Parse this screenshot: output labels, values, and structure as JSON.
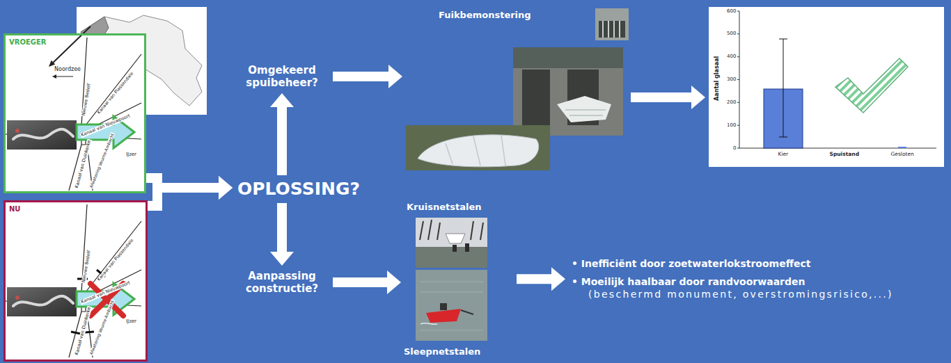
{
  "diagram": {
    "nodes": [
      {
        "text": [
          "VROEGER"
        ]
      },
      {
        "text": [
          "NU"
        ]
      },
      {
        "text": [
          "OPLOSSING?"
        ]
      },
      {
        "text": [
          "Omgekeerd spuibeheer?"
        ]
      },
      {
        "text": [
          "Aanpassing constructie?"
        ]
      },
      {
        "text": [
          "Fuikbemonstering"
        ]
      },
      {
        "text": [
          "Aantal glasaal"
        ]
      },
      {
        "text": [
          "Kruisnetstalen",
          "Sleepnetstalen"
        ]
      },
      {
        "text": [
          "• Inefficiënt door zoetwaterlokstroomeffect",
          "• Moeilijk haalbaar door randvoorwaarden",
          "(beschermd monument, overstromingsrisico,...)"
        ]
      }
    ],
    "edges": [
      {
        "from": 0,
        "to": 2,
        "arrow": "to"
      },
      {
        "from": 1,
        "to": 2,
        "arrow": "to"
      },
      {
        "from": 2,
        "to": 3,
        "arrow": "to"
      },
      {
        "from": 2,
        "to": 4,
        "arrow": "to"
      },
      {
        "from": 3,
        "to": 5,
        "arrow": "to"
      },
      {
        "from": 5,
        "to": 6,
        "arrow": "to"
      },
      {
        "from": 4,
        "to": 7,
        "arrow": "to"
      },
      {
        "from": 7,
        "to": 8,
        "arrow": "to"
      }
    ],
    "labels": [
      "Noordzee",
      "Nieuwe Bedelf",
      "Kanaal van Plassendale",
      "Kanaal van Nieuwpoort",
      "IJzer",
      "Afwatering Veurne-Ambacht",
      "Kanaal van Duinkerke",
      "Nieuwe Bedelf",
      "Kanaal van Plassendale",
      "Kanaal van Nieuwpoort",
      "IJzer",
      "Afwatering Veurne-Ambacht",
      "Kanaal van Duinkerke",
      "600",
      "500",
      "400",
      "300",
      "200",
      "100",
      "0",
      "Kier",
      "Spuistand",
      "Gesloten"
    ]
  }
}
